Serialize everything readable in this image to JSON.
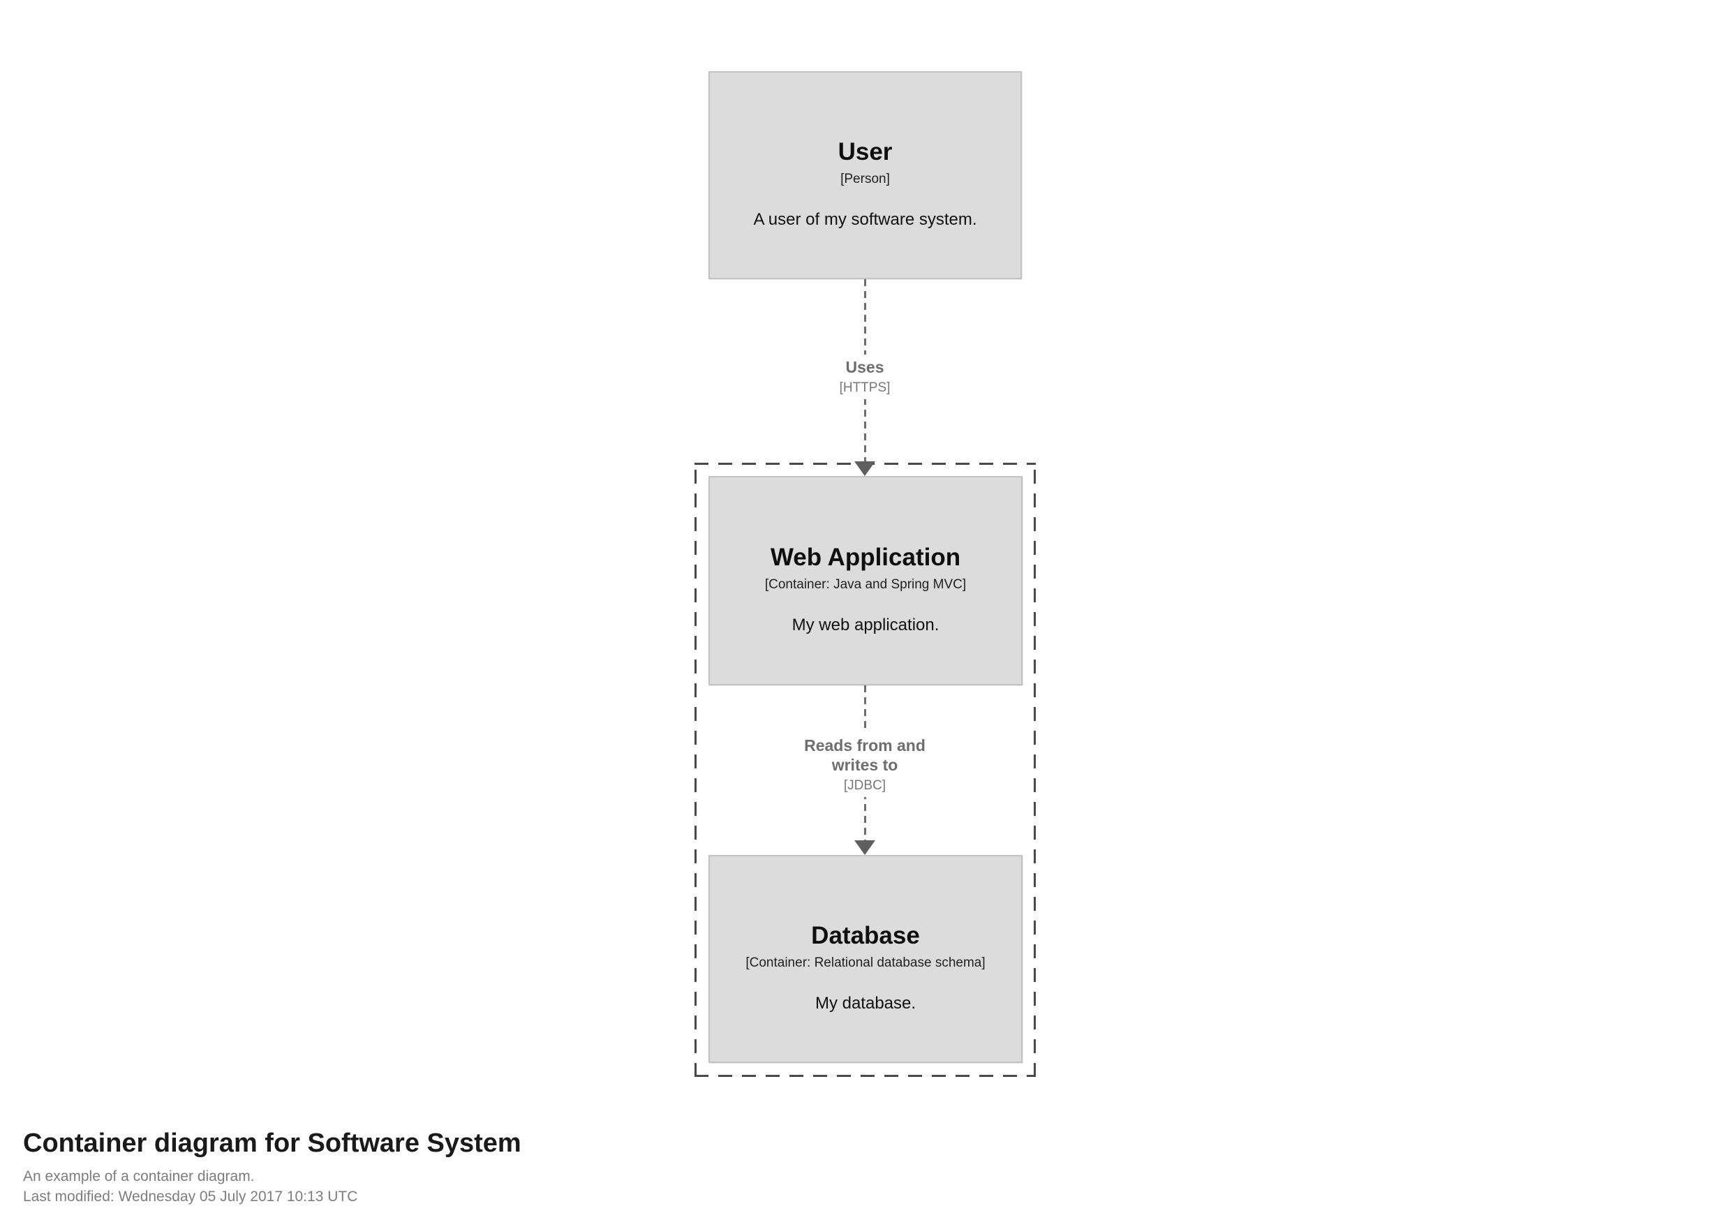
{
  "diagram": {
    "nodes": [
      {
        "title": "User",
        "meta": "[Person]",
        "description": "A user of my software system."
      },
      {
        "title": "Web Application",
        "meta": "[Container: Java and Spring MVC]",
        "description": "My web application."
      },
      {
        "title": "Database",
        "meta": "[Container: Relational database schema]",
        "description": "My database."
      }
    ],
    "relationships": [
      {
        "label": "Uses",
        "technology": "[HTTPS]"
      },
      {
        "label": "Reads from and writes to",
        "label_lines": [
          "Reads from and",
          "writes to"
        ],
        "technology": "[JDBC]"
      }
    ]
  },
  "footer": {
    "title": "Container diagram for Software System",
    "description": "An example of a container diagram.",
    "last_modified": "Last modified: Wednesday 05 July 2017 10:13 UTC"
  },
  "colors": {
    "node_fill": "#dcdcdc",
    "node_border": "#c2c2c2",
    "boundary_dash": "#4a4a4a",
    "edge_line": "#6e6e6e",
    "edge_label_text": "#6e6e6e",
    "node_text": "#0f0f0f",
    "footer_title_text": "#1a1a1a",
    "footer_muted_text": "#7d7d7d",
    "background": "#ffffff"
  }
}
